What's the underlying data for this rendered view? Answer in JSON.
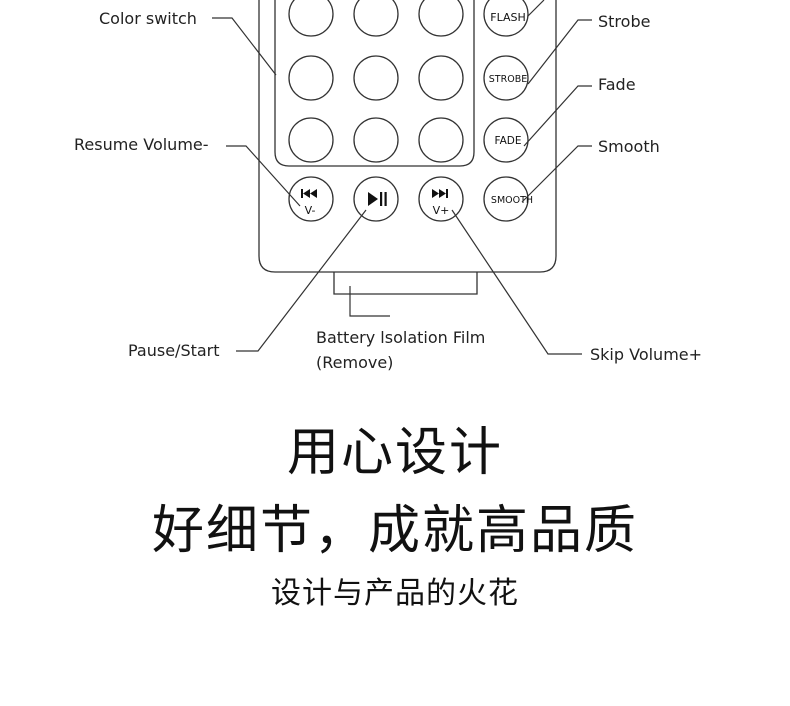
{
  "labels": {
    "color_switch": "Color switch",
    "strobe": "Strobe",
    "fade": "Fade",
    "smooth": "Smooth",
    "resume_volume": "Resume Volume-",
    "pause_start": "Pause/Start",
    "battery_line1": "Battery lsolation Film",
    "battery_line2": "(Remove)",
    "skip_volume": "Skip Volume+"
  },
  "buttons": {
    "flash": "FLASH",
    "strobe": "STROBE",
    "fade": "FADE",
    "smooth": "SMOOTH",
    "prev_sub": "V-",
    "next_sub": "V+"
  },
  "headline": {
    "line1": "用心设计",
    "line2": "好细节，成就高品质",
    "tagline": "设计与产品的火花"
  },
  "colors": {
    "line": "#333333",
    "text": "#111111",
    "background": "#ffffff"
  }
}
